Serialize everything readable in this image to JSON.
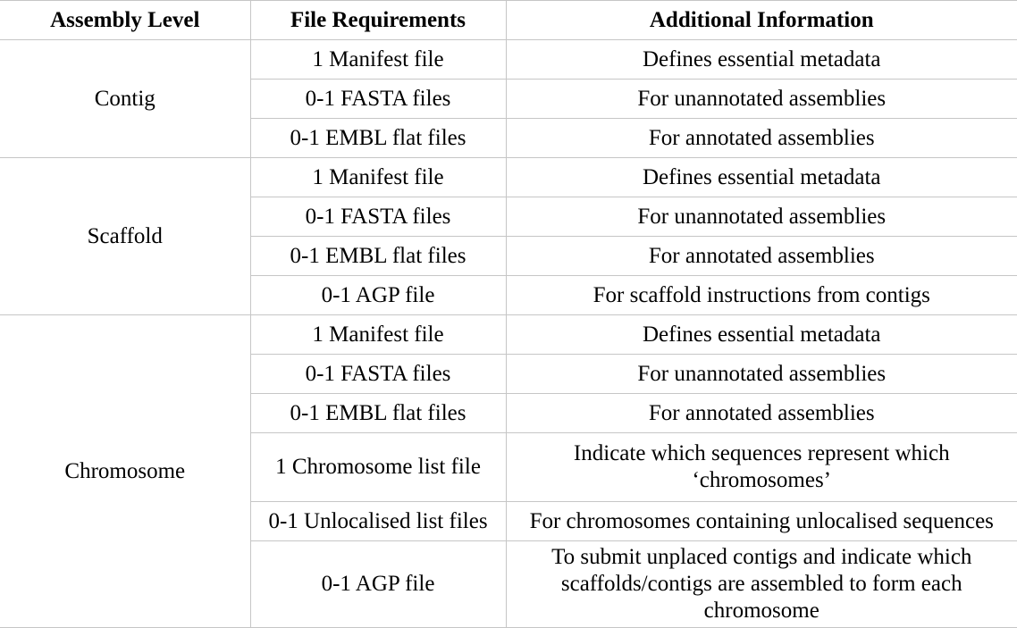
{
  "table": {
    "headers": [
      "Assembly Level",
      "File Requirements",
      "Additional Information"
    ],
    "groups": [
      {
        "level": "Contig",
        "rows": [
          {
            "file": "1 Manifest file",
            "info": "Defines essential metadata"
          },
          {
            "file": "0-1 FASTA files",
            "info": "For unannotated assemblies"
          },
          {
            "file": "0-1 EMBL flat files",
            "info": "For annotated assemblies"
          }
        ]
      },
      {
        "level": "Scaffold",
        "rows": [
          {
            "file": "1 Manifest file",
            "info": "Defines essential metadata"
          },
          {
            "file": "0-1 FASTA files",
            "info": "For unannotated assemblies"
          },
          {
            "file": "0-1 EMBL flat files",
            "info": "For annotated assemblies"
          },
          {
            "file": "0-1 AGP file",
            "info": "For scaffold instructions from contigs"
          }
        ]
      },
      {
        "level": "Chromosome",
        "rows": [
          {
            "file": "1 Manifest file",
            "info": "Defines essential metadata"
          },
          {
            "file": "0-1 FASTA files",
            "info": "For unannotated assemblies"
          },
          {
            "file": "0-1 EMBL flat files",
            "info": "For annotated assemblies"
          },
          {
            "file": "1 Chromosome list file",
            "info": "Indicate which sequences represent which ‘chromosomes’"
          },
          {
            "file": "0-1 Unlocalised list files",
            "info": "For chromosomes containing unlocalised sequences"
          },
          {
            "file": "0-1 AGP file",
            "info": "To submit unplaced contigs and indicate which scaffolds/contigs are assembled to form each chromosome"
          }
        ]
      }
    ]
  }
}
